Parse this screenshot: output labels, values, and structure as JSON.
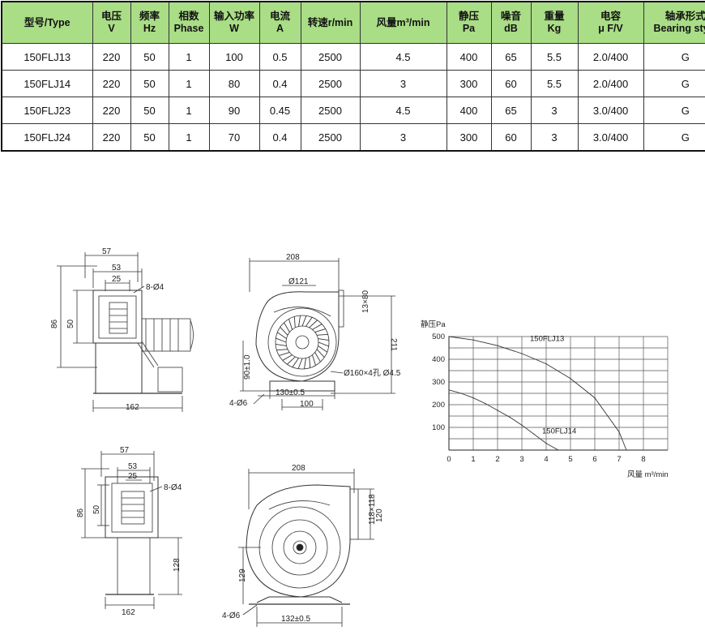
{
  "spec_table": {
    "headers": [
      {
        "l1": "型号/Type",
        "l2": ""
      },
      {
        "l1": "电压",
        "l2": "V"
      },
      {
        "l1": "频率",
        "l2": "Hz"
      },
      {
        "l1": "相数",
        "l2": "Phase"
      },
      {
        "l1": "输入功率",
        "l2": "W"
      },
      {
        "l1": "电流",
        "l2": "A"
      },
      {
        "l1": "转速r/min",
        "l2": ""
      },
      {
        "l1": "风量m³/min",
        "l2": ""
      },
      {
        "l1": "静压",
        "l2": "Pa"
      },
      {
        "l1": "噪音",
        "l2": "dB"
      },
      {
        "l1": "重量",
        "l2": "Kg"
      },
      {
        "l1": "电容",
        "l2": "μ F/V"
      },
      {
        "l1": "轴承形式",
        "l2": "Bearing style"
      }
    ],
    "rows": [
      [
        "150FLJ13",
        "220",
        "50",
        "1",
        "100",
        "0.5",
        "2500",
        "4.5",
        "400",
        "65",
        "5.5",
        "2.0/400",
        "G"
      ],
      [
        "150FLJ14",
        "220",
        "50",
        "1",
        "80",
        "0.4",
        "2500",
        "3",
        "300",
        "60",
        "5.5",
        "2.0/400",
        "G"
      ],
      [
        "150FLJ23",
        "220",
        "50",
        "1",
        "90",
        "0.45",
        "2500",
        "4.5",
        "400",
        "65",
        "3",
        "3.0/400",
        "G"
      ],
      [
        "150FLJ24",
        "220",
        "50",
        "1",
        "70",
        "0.4",
        "2500",
        "3",
        "300",
        "60",
        "3",
        "3.0/400",
        "G"
      ]
    ]
  },
  "drawings": {
    "top_side": {
      "w57": "57",
      "w53": "53",
      "w25": "25",
      "holes": "8-Ø4",
      "h86": "86",
      "h50": "50",
      "w162": "162"
    },
    "top_front": {
      "w208": "208",
      "d121": "Ø121",
      "flange": "13×80",
      "h211": "211",
      "hole_circle": "Ø160×4孔 Ø4.5",
      "h90": "90±1.0",
      "w130": "130±0.5",
      "feet": "4-Ø6",
      "w100": "100"
    },
    "bottom_side": {
      "w57": "57",
      "w53": "53",
      "w25": "25",
      "holes": "8-Ø4",
      "h86": "86",
      "h50": "50",
      "h128": "128",
      "w162": "162"
    },
    "bottom_front": {
      "w208": "208",
      "flange": "118×118",
      "h120": "120",
      "h129": "129",
      "feet": "4-Ø6",
      "w132": "132±0.5"
    }
  },
  "chart_data": {
    "type": "line",
    "ylabel": "静压Pa",
    "xlabel": "风量 m³/min",
    "xlim": [
      0,
      9
    ],
    "ylim": [
      0,
      500
    ],
    "x_ticks": [
      0,
      1,
      2,
      3,
      4,
      5,
      6,
      7,
      8
    ],
    "y_ticks": [
      100,
      200,
      300,
      400,
      500
    ],
    "grid": true,
    "series": [
      {
        "name": "150FLJ13",
        "x": [
          0,
          1,
          2,
          3,
          4,
          5,
          6,
          7,
          7.3
        ],
        "y": [
          500,
          485,
          460,
          425,
          380,
          315,
          230,
          80,
          0
        ]
      },
      {
        "name": "150FLJ14",
        "x": [
          0,
          0.5,
          1,
          1.5,
          2,
          2.5,
          3,
          3.5,
          4,
          4.5
        ],
        "y": [
          265,
          250,
          230,
          205,
          175,
          145,
          110,
          70,
          30,
          0
        ]
      }
    ]
  }
}
